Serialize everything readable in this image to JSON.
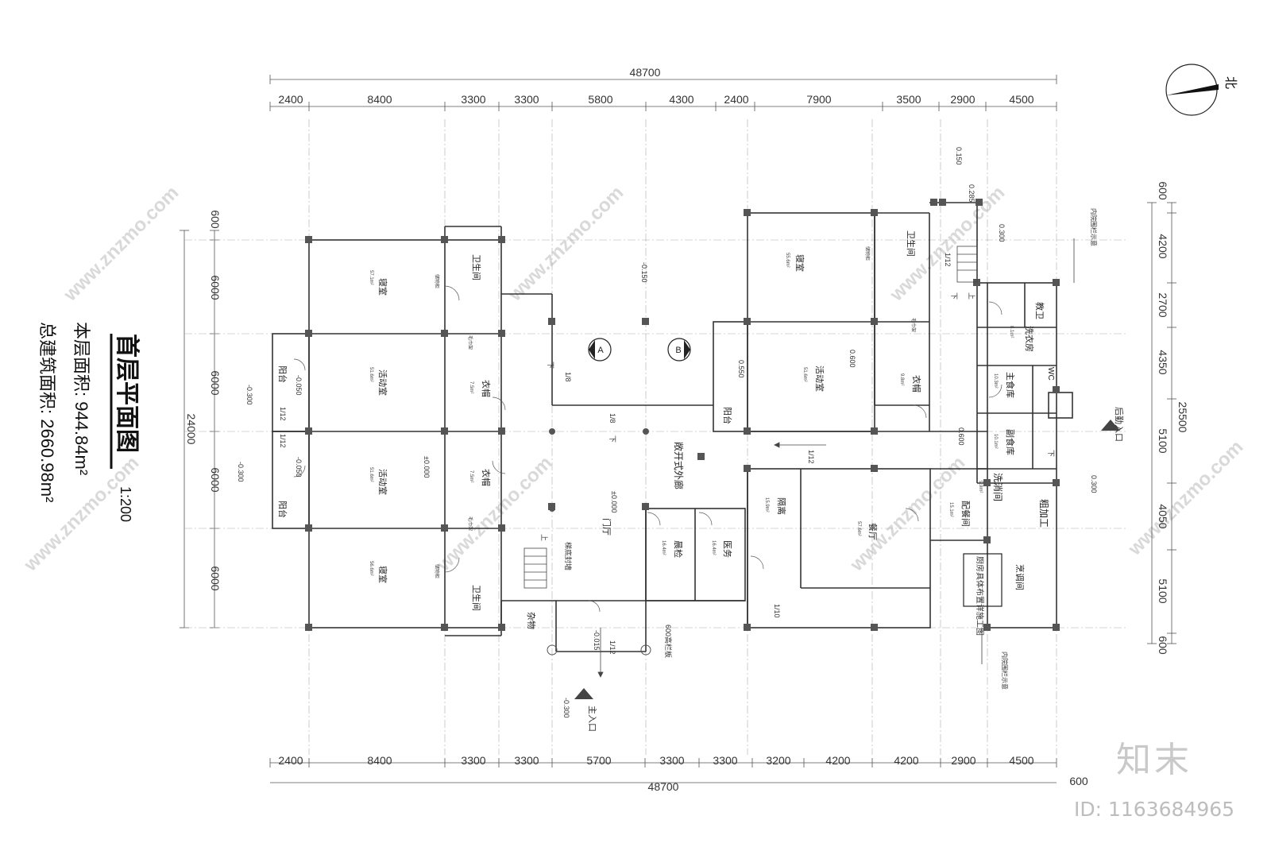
{
  "title": {
    "main": "首层平面图",
    "scale": "1:200",
    "floor_area": "本层面积: 944.84m²",
    "total_area": "总建筑面积: 2660.98m²"
  },
  "north_label": "北",
  "dimensions": {
    "top_total": "48700",
    "top_segments": [
      "2400",
      "8400",
      "3300",
      "3300",
      "5800",
      "4300",
      "2400",
      "7900",
      "3500",
      "2900",
      "4500"
    ],
    "bottom_total": "48700",
    "bottom_segments": [
      "2400",
      "8400",
      "3300",
      "3300",
      "5700",
      "3300",
      "3300",
      "3200",
      "4200",
      "4200",
      "2900",
      "4500"
    ],
    "bottom_extra": "600",
    "left_total": "24000",
    "left_segments": [
      "600",
      "6000",
      "6000",
      "6000",
      "6000"
    ],
    "right_total": "25500",
    "right_segments": [
      "600",
      "4200",
      "2700",
      "4350",
      "5100",
      "4050",
      "5100",
      "600"
    ]
  },
  "rooms": [
    {
      "name": "寝室",
      "area": "57.1m²"
    },
    {
      "name": "卫生间",
      "area": ""
    },
    {
      "name": "活动室",
      "area": "51.6m²"
    },
    {
      "name": "衣帽",
      "area": "7.5m²"
    },
    {
      "name": "活动室",
      "area": "51.6m²"
    },
    {
      "name": "衣帽",
      "area": "7.5m²"
    },
    {
      "name": "寝室",
      "area": "56.6m²"
    },
    {
      "name": "卫生间",
      "area": ""
    },
    {
      "name": "阳台",
      "area": ""
    },
    {
      "name": "阳台",
      "area": ""
    },
    {
      "name": "寝室",
      "area": "55.6m²"
    },
    {
      "name": "卫生间",
      "area": ""
    },
    {
      "name": "活动室",
      "area": "51.6m²"
    },
    {
      "name": "衣帽",
      "area": "9.8m²"
    },
    {
      "name": "阳台",
      "area": ""
    },
    {
      "name": "敞开式外廊",
      "area": ""
    },
    {
      "name": "门厅",
      "area": ""
    },
    {
      "name": "晨检",
      "area": "16.4m²"
    },
    {
      "name": "医务",
      "area": "16.4m²"
    },
    {
      "name": "隔离",
      "area": "15.9m²"
    },
    {
      "name": "餐厅",
      "area": "57.6m²"
    },
    {
      "name": "杂物",
      "area": ""
    },
    {
      "name": "教卫",
      "area": ""
    },
    {
      "name": "洗衣房",
      "area": "8.1m²"
    },
    {
      "name": "主食库",
      "area": "10.3m²"
    },
    {
      "name": "WC",
      "area": ""
    },
    {
      "name": "副食库",
      "area": "10.1m²"
    },
    {
      "name": "洗消间",
      "area": "9.9m²"
    },
    {
      "name": "配餐间",
      "area": "15.1m²"
    },
    {
      "name": "粗加工",
      "area": ""
    },
    {
      "name": "烹调间",
      "area": ""
    }
  ],
  "notes": {
    "kitchen_box": "厨房具体布置详施工图",
    "stair_wall": "梯底封墙",
    "rail": "600高栏板",
    "main_entry": "主入口",
    "back_entry": "后勤入口",
    "fence_top": "内院围栏示意",
    "fence_bottom": "内院围栏示意",
    "section_a": "A",
    "section_b": "B",
    "closet": "储物柜",
    "shoe_cabinet": "毛巾架"
  },
  "elevations": [
    "-0.150",
    "±0.000",
    "±0.000",
    "-0.050",
    "-0.050",
    "-0.300",
    "-0.300",
    "-0.300",
    "0.550",
    "0.600",
    "0.600",
    "0.150",
    "0.300",
    "0.285",
    "-0.015",
    "0.300"
  ],
  "slopes": [
    "1/8",
    "1/8",
    "1/12",
    "1/12",
    "1/12",
    "1/12",
    "1/10",
    "1/12"
  ],
  "stair_labels": [
    "上",
    "下",
    "上",
    "下",
    "下",
    "下"
  ],
  "watermark": "www.znzmo.com",
  "brand": "知末",
  "image_id": "ID: 1163684965"
}
